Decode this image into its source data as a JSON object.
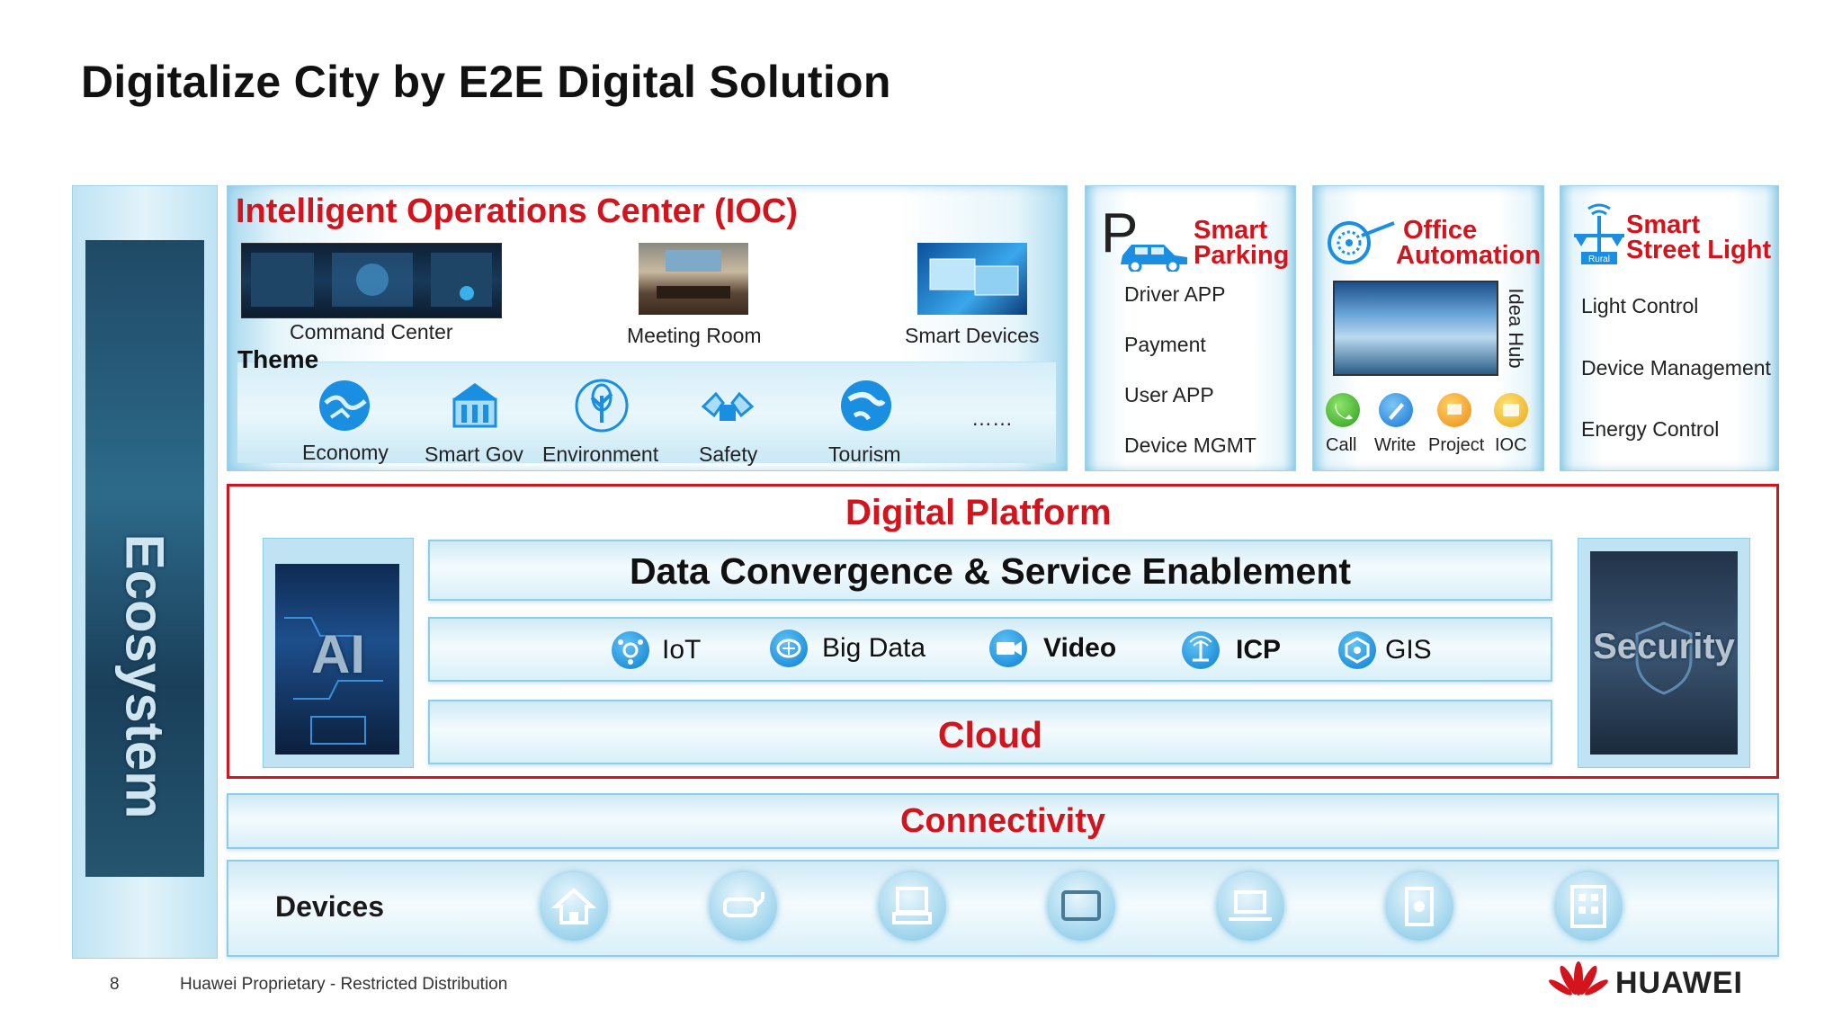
{
  "title": "Digitalize City by E2E Digital Solution",
  "ecosystem": "Ecosystem",
  "ioc": {
    "title": "Intelligent Operations Center (IOC)",
    "scenes": [
      "Command Center",
      "Meeting Room",
      "Smart Devices"
    ],
    "theme_label": "Theme",
    "themes": [
      "Economy",
      "Smart Gov",
      "Environment",
      "Safety",
      "Tourism",
      "……"
    ]
  },
  "parking": {
    "title_line1": "Smart",
    "title_line2": "Parking",
    "items": [
      "Driver APP",
      "Payment",
      "User APP",
      "Device MGMT"
    ]
  },
  "office": {
    "title_line1": "Office",
    "title_line2": "Automation",
    "idea_hub": "Idea Hub",
    "apps": [
      "Call",
      "Write",
      "Project",
      "IOC"
    ]
  },
  "streetlight": {
    "title_line1": "Smart",
    "title_line2": "Street Light",
    "badge": "Rural",
    "items": [
      "Light Control",
      "Device Management",
      "Energy Control"
    ]
  },
  "platform": {
    "title": "Digital Platform",
    "ai": "AI",
    "security": "Security",
    "data_convergence": "Data Convergence & Service Enablement",
    "services": [
      "IoT",
      "Big Data",
      "Video",
      "ICP",
      "GIS"
    ],
    "cloud": "Cloud"
  },
  "connectivity": "Connectivity",
  "devices_label": "Devices",
  "footer": {
    "page": "8",
    "notice": "Huawei Proprietary - Restricted Distribution",
    "brand": "HUAWEI"
  },
  "colors": {
    "accent_red": "#d3141d",
    "accent_blue": "#0a7ed2",
    "panel_blue": "#a9d9ef"
  }
}
